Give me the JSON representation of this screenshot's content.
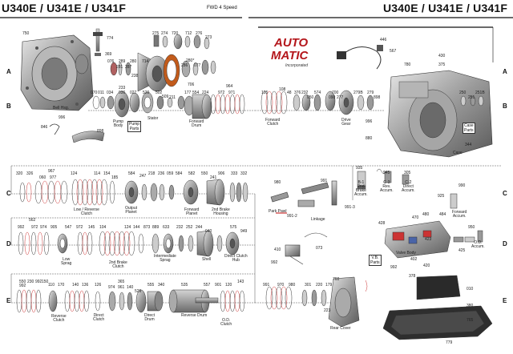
{
  "header": {
    "title_left": "U340E / U341E / U341F",
    "subtitle": "FWD 4 Speed",
    "title_right": "U340E / U341E / U341F"
  },
  "logo": {
    "line1": "AUTO",
    "line2": "MATIC",
    "line3": "Incorporated"
  },
  "rows": [
    "A",
    "B",
    "C",
    "D",
    "E"
  ],
  "part_numbers": {
    "row_a": [
      "750",
      "774",
      "369",
      "275",
      "274",
      "720",
      "712",
      "276",
      "273",
      "076",
      "289",
      "280",
      "280*",
      "714",
      "281",
      "287",
      "077",
      "238",
      "706",
      "286",
      "446",
      "567",
      "430",
      "375",
      "780"
    ],
    "row_b": [
      "070",
      "011",
      "034",
      "233",
      "036",
      "027",
      "520",
      "502",
      "509",
      "211",
      "177",
      "554",
      "224",
      "964",
      "972",
      "971",
      "125",
      "108",
      "48",
      "376",
      "232",
      "050",
      "574",
      "700",
      "090",
      "277",
      "279B",
      "279",
      "898",
      "250",
      "251",
      "251B",
      "996",
      "880",
      "344"
    ],
    "row_c": [
      "320",
      "326",
      "967",
      "977",
      "060",
      "124",
      "114",
      "154",
      "185",
      "584",
      "247",
      "218",
      "236",
      "059",
      "584",
      "582",
      "550",
      "241",
      "906",
      "333",
      "332",
      "980",
      "991",
      "991-2",
      "991-3",
      "945",
      "305",
      "935",
      "470",
      "480",
      "484",
      "925",
      "990"
    ],
    "row_d": [
      "562",
      "992",
      "972",
      "974",
      "905",
      "547",
      "972",
      "145",
      "104",
      "124",
      "144",
      "873",
      "889",
      "633",
      "232",
      "252",
      "244",
      "040",
      "575",
      "949",
      "410",
      "423",
      "073",
      "428",
      "425",
      "992",
      "950",
      "992",
      "402",
      "420"
    ],
    "row_e": [
      "550",
      "230",
      "992",
      "992",
      "110",
      "150",
      "170",
      "140",
      "136",
      "126",
      "365",
      "974",
      "961",
      "140",
      "526",
      "555",
      "340",
      "535",
      "557",
      "901",
      "120",
      "143",
      "991",
      "970",
      "980",
      "301",
      "220",
      "179",
      "760",
      "223",
      "378",
      "010",
      "380",
      "765",
      "779"
    ]
  },
  "captions": {
    "bell_hsg": "Bell Hsg.",
    "pump_body": "Pump\nBody",
    "pump_parts": "Pump\nParts",
    "stator": "Stator",
    "forward_drum": "Forward\nDrum",
    "forward_clutch": "Forward\nClutch",
    "drive_gear": "Drive\nGear",
    "case": "Case",
    "case_parts": "Case\nParts",
    "low_reverse_clutch": "Low / Reverse\nClutch",
    "output_planet": "Output\nPlanet",
    "forward_planet": "Forward\nPlanet",
    "second_brake_housing": "2nd Brake\nHousing",
    "park_pawl": "Park Pawl",
    "linkage": "Linkage",
    "b1_accum": "B-1\n2nd\nBrake\nAccum.",
    "c3_rev_accum": "C-3\nRev.\nAccum.",
    "c2_direct_accum": "C-2\nDirect\nAccum.",
    "forward_accum": "Forward\nAccum.",
    "low_sprag": "Low\nSprag",
    "second_brake_clutch": "2nd Brake\nClutch",
    "intermediate_sprag": "Intermediate\nSprag",
    "shell": "Shell",
    "direct_clutch_hub": "Direct Clutch\nHub",
    "vb_parts": "V.B.\nParts",
    "valve_body": "Valve Body",
    "od_accum": "O.D.\nAccum.",
    "reverse_clutch": "Reverse\nClutch",
    "direct_clutch": "Direct\nClutch",
    "direct_drum": "Direct\nDrum",
    "reverse_drum": "Reverse Drum",
    "od_clutch": "O.D.\nClutch",
    "rear_cover": "Rear Cover"
  }
}
